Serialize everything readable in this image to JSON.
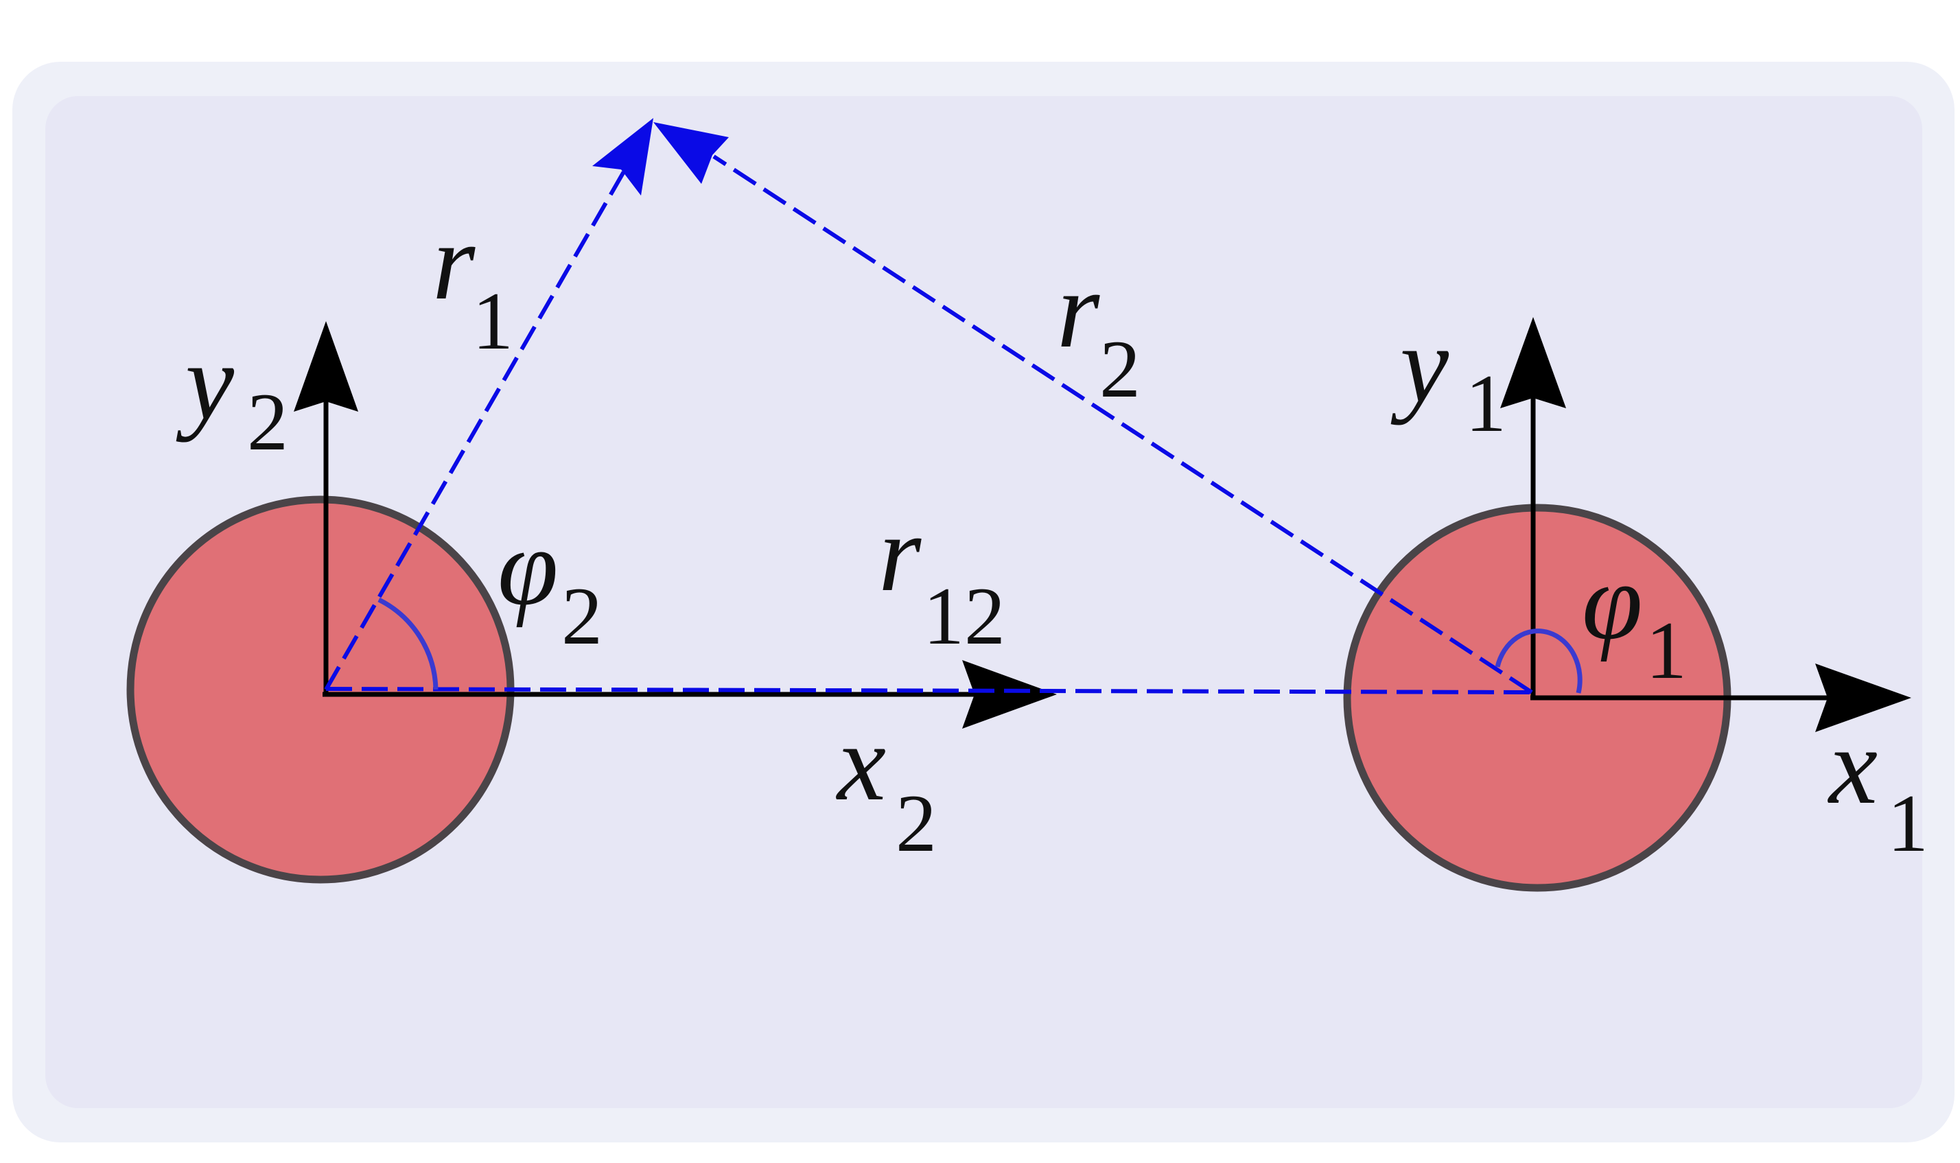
{
  "colors": {
    "panel_outer": "#eef0f8",
    "panel_inner": "#e7e7f5",
    "body_fill": "#e07076",
    "body_stroke": "#4a4448",
    "axis": "#000000",
    "vector": "#0a0ae6",
    "angle_arc": "#3a3ad0"
  },
  "labels": {
    "r1": {
      "main": "r",
      "sub": "1"
    },
    "r2": {
      "main": "r",
      "sub": "2"
    },
    "r12": {
      "main": "r",
      "sub": "12"
    },
    "phi1": {
      "main": "φ",
      "sub": "1"
    },
    "phi2": {
      "main": "φ",
      "sub": "2"
    },
    "x1": {
      "main": "x",
      "sub": "1"
    },
    "x2": {
      "main": "x",
      "sub": "2"
    },
    "y1": {
      "main": "y",
      "sub": "1"
    },
    "y2": {
      "main": "y",
      "sub": "2"
    }
  }
}
